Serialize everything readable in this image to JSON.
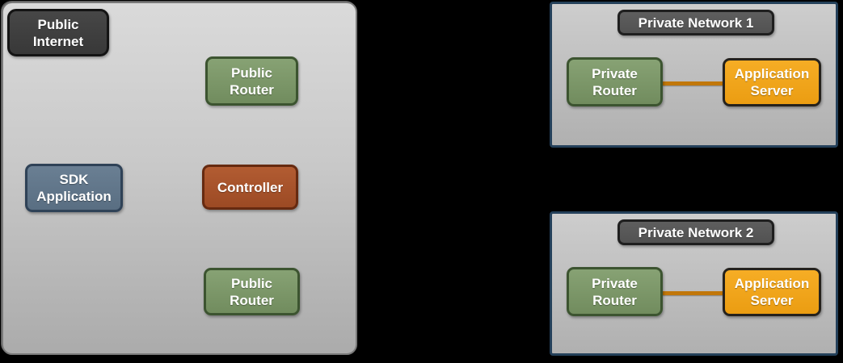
{
  "colors": {
    "background": "#000000",
    "public_zone_fill_top": "#dadada",
    "public_zone_fill_bottom": "#ababab",
    "public_zone_border": "#7a7a7a",
    "private_network_border": "#24405a",
    "private_network_fill_top": "#cdcdcd",
    "private_network_fill_bottom": "#b0b0b0",
    "dark_node_fill": "#3e3e3e",
    "network_title_fill": "#585858",
    "router_green_fill": "#7d9a6b",
    "router_green_border": "#3c5430",
    "sdk_slate_fill": "#61768a",
    "sdk_slate_border": "#2f4257",
    "controller_rust_fill": "#a9532b",
    "controller_rust_border": "#662a10",
    "server_orange_fill": "#f2a51d",
    "server_orange_border": "#25221d",
    "connector_line": "#c1770a",
    "node_text": "#ffffff"
  },
  "public_zone": {
    "public_internet": {
      "label": "Public Internet",
      "lines": [
        "Public",
        "Internet"
      ]
    },
    "public_router_top": {
      "label": "Public Router",
      "lines": [
        "Public",
        "Router"
      ]
    },
    "sdk_application": {
      "label": "SDK Application",
      "lines": [
        "SDK",
        "Application"
      ]
    },
    "controller": {
      "label": "Controller",
      "lines": [
        "Controller"
      ]
    },
    "public_router_bottom": {
      "label": "Public Router",
      "lines": [
        "Public",
        "Router"
      ]
    }
  },
  "private_networks": [
    {
      "title": "Private Network 1",
      "private_router": {
        "label": "Private Router",
        "lines": [
          "Private",
          "Router"
        ]
      },
      "application_server": {
        "label": "Application Server",
        "lines": [
          "Application",
          "Server"
        ]
      }
    },
    {
      "title": "Private Network 2",
      "private_router": {
        "label": "Private Router",
        "lines": [
          "Private",
          "Router"
        ]
      },
      "application_server": {
        "label": "Application Server",
        "lines": [
          "Application",
          "Server"
        ]
      }
    }
  ]
}
